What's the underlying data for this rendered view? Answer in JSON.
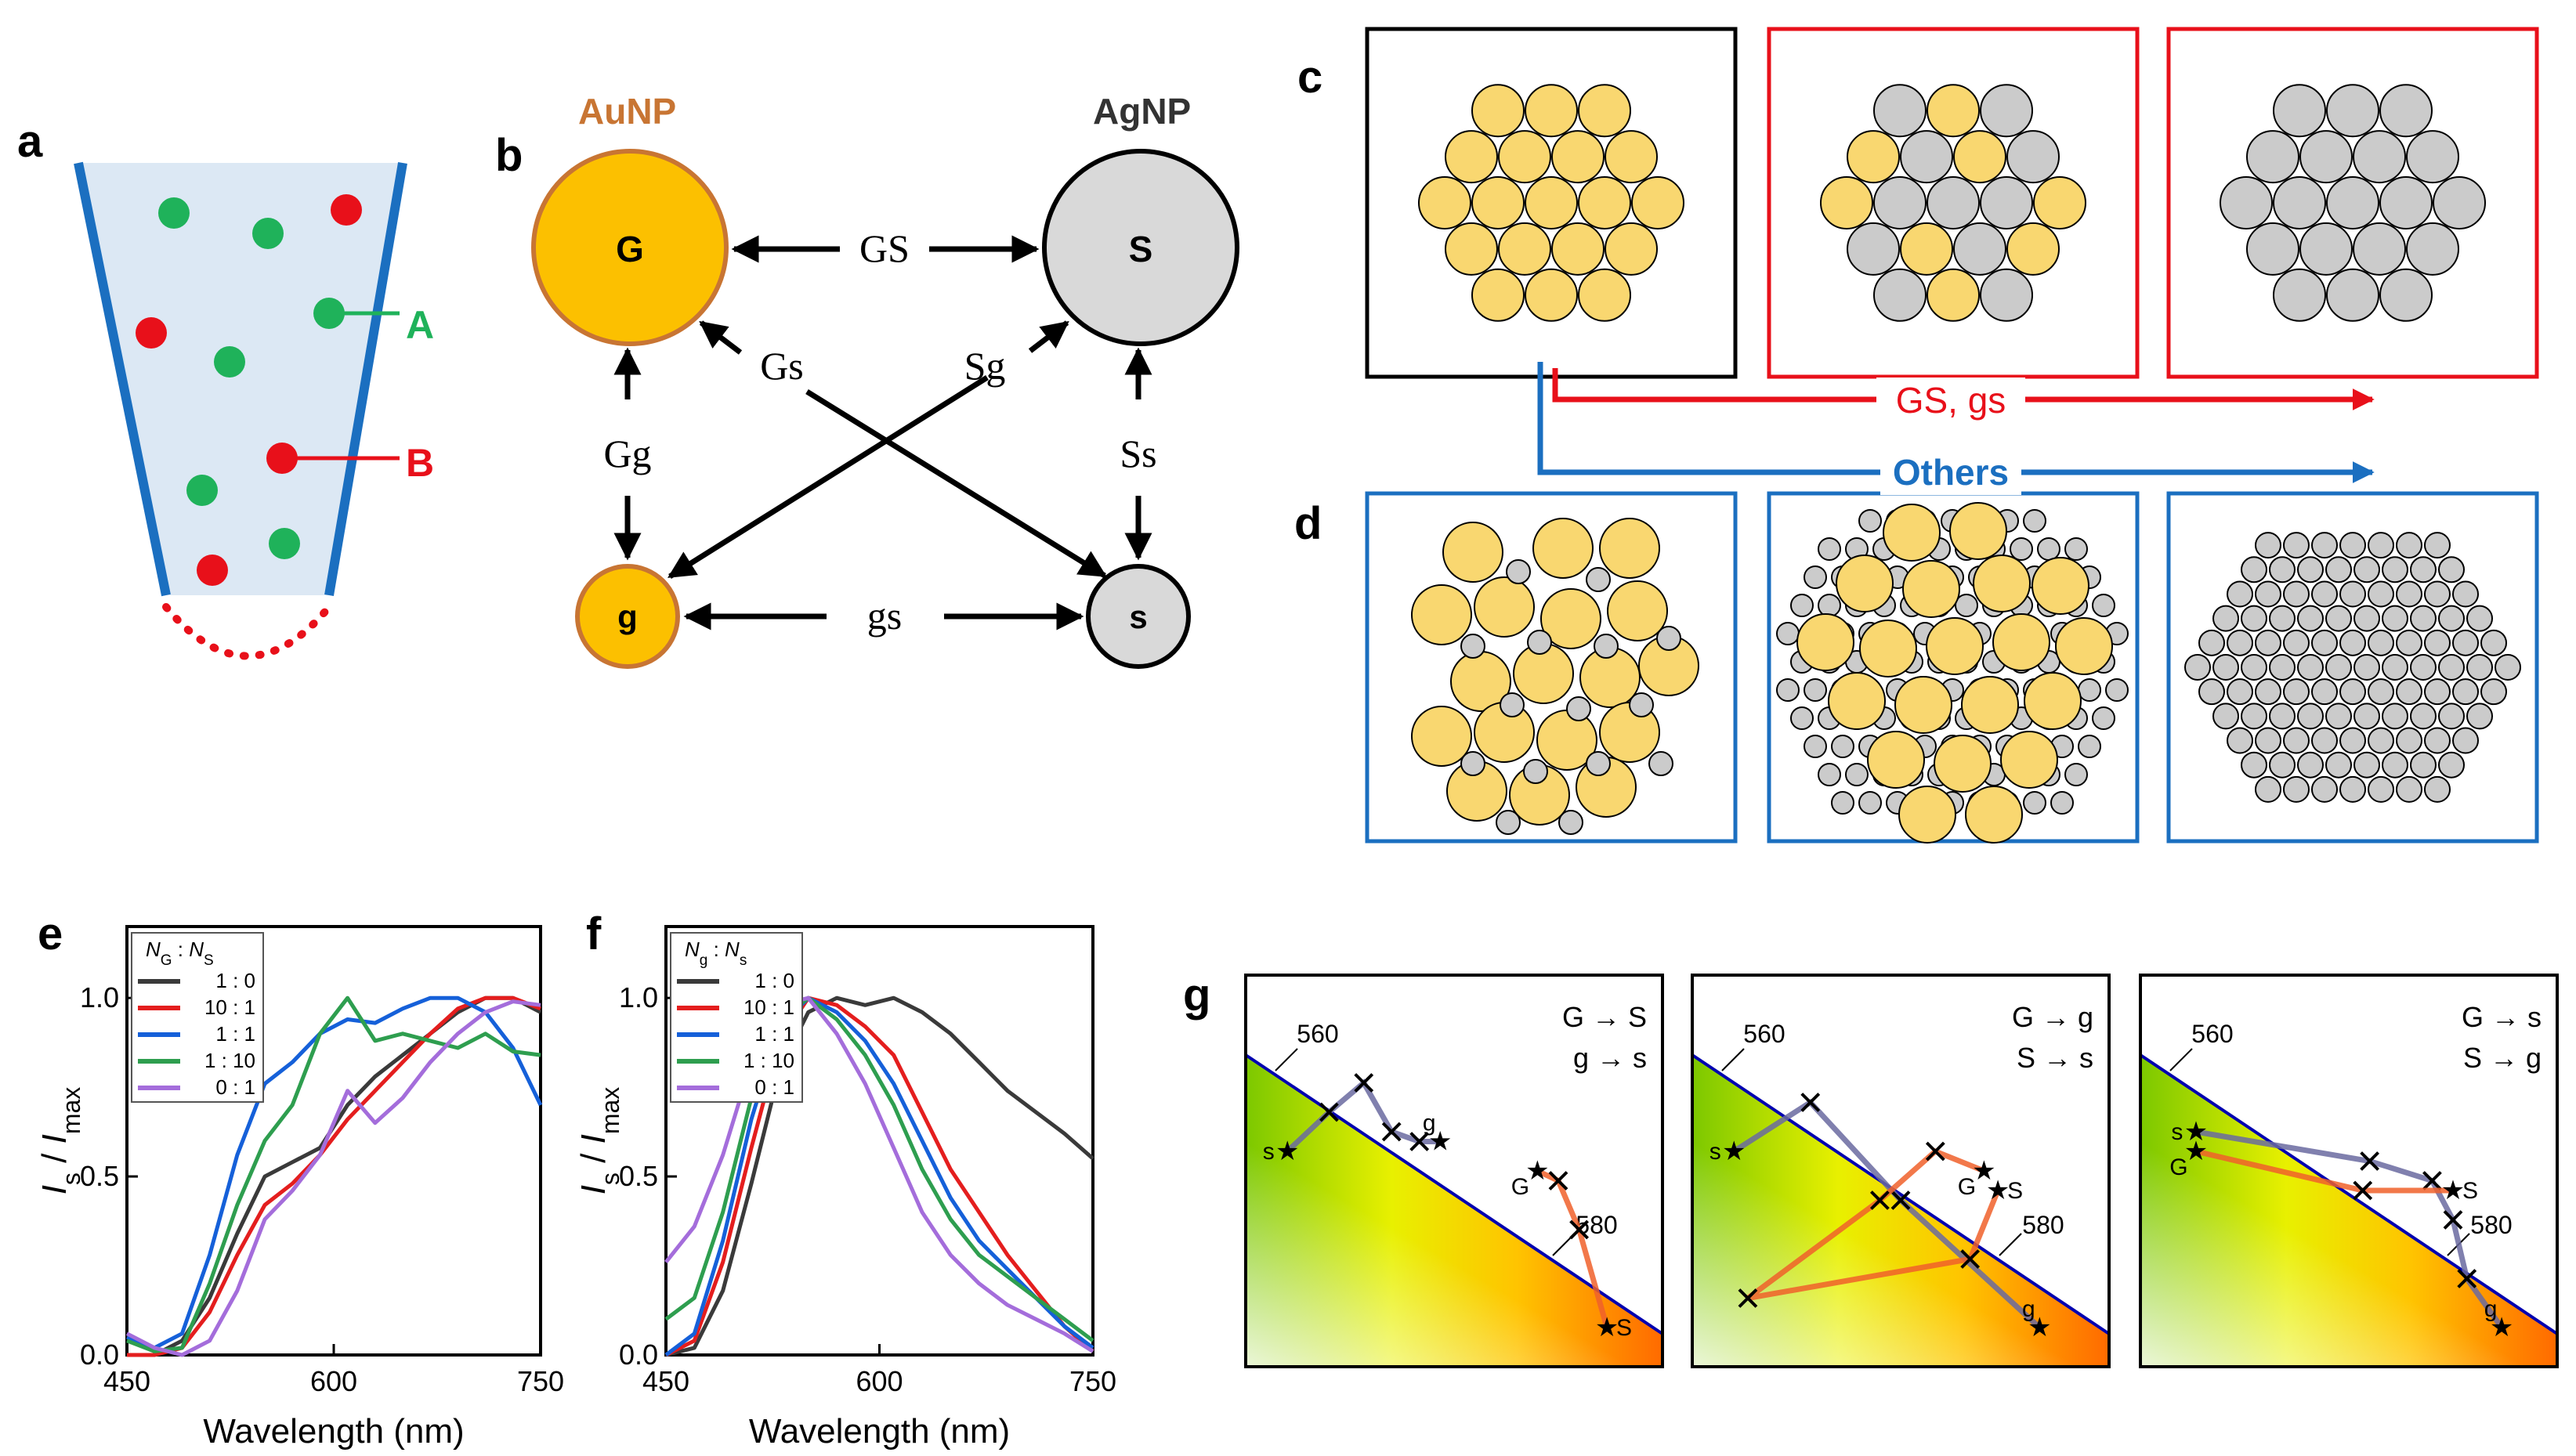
{
  "panel_letters": [
    "a",
    "b",
    "c",
    "d",
    "e",
    "f",
    "g"
  ],
  "colors": {
    "gold": "#F9D770",
    "gold_big": "#FCC000",
    "gold_edge": "#C87533",
    "silver": "#CBCBCB",
    "silver_big": "#D9D9D9",
    "red": "#E8101A",
    "green": "#1FB25A",
    "blue": "#1B6FC0",
    "tube_fill": "#DCE8F4",
    "tube_edge": "#1B6FC0",
    "ciexy_edge": "#0000B0",
    "line_gray": "#3A3A3A",
    "line_red": "#E41E1E",
    "line_blue": "#1560D9",
    "line_green": "#2E9E4F",
    "line_purple": "#A46DDB"
  },
  "panel_a": {
    "label_A": "A",
    "label_B": "B"
  },
  "panel_b": {
    "AuNP": "AuNP",
    "AgNP": "AgNP",
    "G": "G",
    "S": "S",
    "g": "g",
    "s": "s",
    "GS": "GS",
    "Gs": "Gs",
    "Sg": "Sg",
    "Gg": "Gg",
    "Ss": "Ss",
    "gs": "gs"
  },
  "panel_cd": {
    "red_arrow_label": "GS, gs",
    "blue_arrow_label": "Others"
  },
  "panel_e": {
    "ylabel_main": "I",
    "ylabel_sub1": "s",
    "ylabel_mid": " / ",
    "ylabel_main2": "I",
    "ylabel_sub2": "max",
    "xlabel": "Wavelength (nm)",
    "legend_title_1": "N",
    "legend_title_1_sub": "G",
    "legend_title_sep": " : ",
    "legend_title_2": "N",
    "legend_title_2_sub": "S"
  },
  "panel_f": {
    "ylabel_main": "I",
    "ylabel_sub1": "s",
    "ylabel_mid": " / ",
    "ylabel_main2": "I",
    "ylabel_sub2": "max",
    "xlabel": "Wavelength (nm)",
    "legend_title_1": "N",
    "legend_title_1_sub": "g",
    "legend_title_sep": " : ",
    "legend_title_2": "N",
    "legend_title_2_sub": "s"
  },
  "panel_g": {
    "tick_560": "560",
    "tick_580": "580",
    "subpanels": [
      {
        "caption_1": "G → S",
        "caption_2": "g → s",
        "point_labels": [
          "s",
          "g",
          "G",
          "S"
        ],
        "series": [
          {
            "color": "gray",
            "points": [
              [
                0.29,
                0.47
              ],
              [
                0.32,
                0.49
              ],
              [
                0.345,
                0.505
              ],
              [
                0.365,
                0.48
              ],
              [
                0.385,
                0.475
              ],
              [
                0.4,
                0.475
              ]
            ]
          },
          {
            "color": "red",
            "points": [
              [
                0.47,
                0.46
              ],
              [
                0.485,
                0.455
              ],
              [
                0.5,
                0.43
              ],
              [
                0.52,
                0.38
              ]
            ]
          }
        ]
      },
      {
        "caption_1": "G → g",
        "caption_2": "S → s",
        "point_labels": [
          "s",
          "g",
          "G",
          "S"
        ],
        "series": [
          {
            "color": "gray",
            "points": [
              [
                0.29,
                0.47
              ],
              [
                0.345,
                0.495
              ],
              [
                0.41,
                0.445
              ],
              [
                0.51,
                0.38
              ]
            ]
          },
          {
            "color": "red",
            "points": [
              [
                0.47,
                0.46
              ],
              [
                0.435,
                0.47
              ],
              [
                0.395,
                0.445
              ],
              [
                0.3,
                0.395
              ],
              [
                0.46,
                0.415
              ],
              [
                0.48,
                0.45
              ]
            ]
          }
        ]
      },
      {
        "caption_1": "G → s",
        "caption_2": "S → g",
        "point_labels": [
          "s",
          "g",
          "G",
          "S"
        ],
        "series": [
          {
            "color": "gray",
            "points": [
              [
                0.3,
                0.48
              ],
              [
                0.425,
                0.465
              ],
              [
                0.47,
                0.455
              ],
              [
                0.485,
                0.435
              ],
              [
                0.495,
                0.405
              ],
              [
                0.52,
                0.38
              ]
            ]
          },
          {
            "color": "red",
            "points": [
              [
                0.3,
                0.47
              ],
              [
                0.42,
                0.45
              ],
              [
                0.485,
                0.45
              ]
            ]
          }
        ]
      }
    ]
  },
  "chart_data": [
    {
      "type": "line",
      "panel": "e",
      "xlabel": "Wavelength (nm)",
      "ylabel": "I_s / I_max",
      "xlim": [
        450,
        750
      ],
      "ylim": [
        0,
        1.2
      ],
      "xticks": [
        "450",
        "600",
        "750"
      ],
      "yticks": [
        "0.0",
        "0.5",
        "1.0"
      ],
      "legend_placement": "top-left",
      "series": [
        {
          "name": "1 : 0",
          "color": "#3A3A3A",
          "x": [
            450,
            470,
            490,
            510,
            530,
            550,
            570,
            590,
            610,
            630,
            650,
            670,
            690,
            710,
            730,
            750
          ],
          "y": [
            0.0,
            0.0,
            0.04,
            0.16,
            0.34,
            0.5,
            0.54,
            0.58,
            0.7,
            0.78,
            0.84,
            0.9,
            0.96,
            1.0,
            1.0,
            0.96
          ]
        },
        {
          "name": "10 : 1",
          "color": "#E41E1E",
          "x": [
            450,
            470,
            490,
            510,
            530,
            550,
            570,
            590,
            610,
            630,
            650,
            670,
            690,
            710,
            730,
            750
          ],
          "y": [
            0.0,
            0.0,
            0.02,
            0.12,
            0.28,
            0.42,
            0.48,
            0.56,
            0.66,
            0.74,
            0.82,
            0.9,
            0.97,
            1.0,
            1.0,
            0.97
          ]
        },
        {
          "name": "1 : 1",
          "color": "#1560D9",
          "x": [
            450,
            470,
            490,
            510,
            530,
            550,
            570,
            590,
            610,
            630,
            650,
            670,
            690,
            710,
            730,
            750
          ],
          "y": [
            0.05,
            0.02,
            0.06,
            0.28,
            0.56,
            0.76,
            0.82,
            0.9,
            0.94,
            0.93,
            0.97,
            1.0,
            1.0,
            0.96,
            0.86,
            0.7
          ]
        },
        {
          "name": "1 : 10",
          "color": "#2E9E4F",
          "x": [
            450,
            470,
            490,
            510,
            530,
            550,
            570,
            590,
            610,
            630,
            650,
            670,
            690,
            710,
            730,
            750
          ],
          "y": [
            0.04,
            0.01,
            0.02,
            0.2,
            0.42,
            0.6,
            0.7,
            0.9,
            1.0,
            0.88,
            0.9,
            0.88,
            0.86,
            0.9,
            0.85,
            0.84
          ]
        },
        {
          "name": "0 : 1",
          "color": "#A46DDB",
          "x": [
            450,
            470,
            490,
            510,
            530,
            550,
            570,
            590,
            610,
            630,
            650,
            670,
            690,
            710,
            730,
            750
          ],
          "y": [
            0.06,
            0.02,
            0.0,
            0.04,
            0.18,
            0.38,
            0.46,
            0.56,
            0.74,
            0.65,
            0.72,
            0.82,
            0.9,
            0.96,
            0.99,
            0.98
          ]
        }
      ]
    },
    {
      "type": "line",
      "panel": "f",
      "xlabel": "Wavelength (nm)",
      "ylabel": "I_s / I_max",
      "xlim": [
        450,
        750
      ],
      "ylim": [
        0,
        1.2
      ],
      "xticks": [
        "450",
        "600",
        "750"
      ],
      "yticks": [
        "0.0",
        "0.5",
        "1.0"
      ],
      "legend_placement": "top-left",
      "series": [
        {
          "name": "1 : 0",
          "color": "#3A3A3A",
          "x": [
            450,
            470,
            490,
            510,
            530,
            550,
            570,
            590,
            610,
            630,
            650,
            670,
            690,
            710,
            730,
            750
          ],
          "y": [
            0.0,
            0.02,
            0.18,
            0.48,
            0.8,
            0.96,
            1.0,
            0.98,
            1.0,
            0.96,
            0.9,
            0.82,
            0.74,
            0.68,
            0.62,
            0.55
          ]
        },
        {
          "name": "10 : 1",
          "color": "#E41E1E",
          "x": [
            450,
            470,
            490,
            510,
            530,
            550,
            570,
            590,
            610,
            630,
            650,
            670,
            690,
            710,
            730,
            750
          ],
          "y": [
            0.0,
            0.04,
            0.26,
            0.58,
            0.88,
            1.0,
            0.98,
            0.92,
            0.84,
            0.68,
            0.52,
            0.4,
            0.28,
            0.18,
            0.08,
            0.01
          ]
        },
        {
          "name": "1 : 1",
          "color": "#1560D9",
          "x": [
            450,
            470,
            490,
            510,
            530,
            550,
            570,
            590,
            610,
            630,
            650,
            670,
            690,
            710,
            730,
            750
          ],
          "y": [
            0.0,
            0.06,
            0.32,
            0.66,
            0.92,
            1.0,
            0.96,
            0.88,
            0.76,
            0.6,
            0.44,
            0.32,
            0.24,
            0.16,
            0.08,
            0.02
          ]
        },
        {
          "name": "1 : 10",
          "color": "#2E9E4F",
          "x": [
            450,
            470,
            490,
            510,
            530,
            550,
            570,
            590,
            610,
            630,
            650,
            670,
            690,
            710,
            730,
            750
          ],
          "y": [
            0.1,
            0.16,
            0.4,
            0.72,
            0.94,
            1.0,
            0.94,
            0.84,
            0.7,
            0.52,
            0.38,
            0.28,
            0.22,
            0.16,
            0.1,
            0.04
          ]
        },
        {
          "name": "0 : 1",
          "color": "#A46DDB",
          "x": [
            450,
            470,
            490,
            510,
            530,
            550,
            570,
            590,
            610,
            630,
            650,
            670,
            690,
            710,
            730,
            750
          ],
          "y": [
            0.26,
            0.36,
            0.56,
            0.82,
            0.98,
            1.0,
            0.9,
            0.76,
            0.58,
            0.4,
            0.28,
            0.2,
            0.14,
            0.1,
            0.06,
            0.01
          ]
        }
      ]
    }
  ]
}
